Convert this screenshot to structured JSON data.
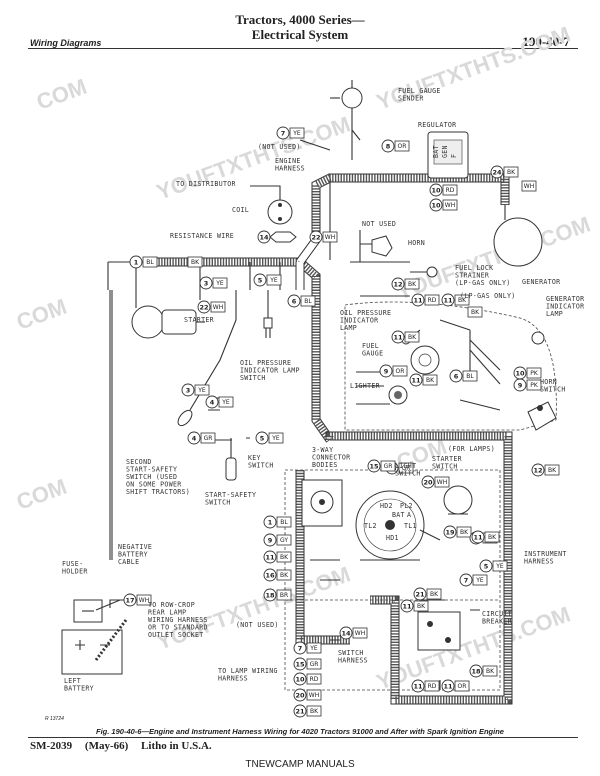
{
  "header": {
    "title_line1": "Tractors, 4000 Series—",
    "title_line2": "Electrical System",
    "section": "Wiring Diagrams",
    "page_ref": "190-40-7"
  },
  "watermarks": [
    "COM",
    "YOUFTXTHTS.COM",
    "YOUFTXTHTS.COM",
    "COM",
    "YOUFTXTHTS.COM",
    "COM",
    "COM",
    "YOUFTXTHTS.COM",
    "YOUFTXTHTS.COM"
  ],
  "labels": {
    "fuel_gauge_sender": "FUEL GAUGE\nSENDER",
    "regulator": "REGULATOR",
    "not_used_top": "(NOT USED)",
    "engine_harness": "ENGINE\nHARNESS",
    "to_distributor": "TO DISTRIBUTOR",
    "coil": "COIL",
    "resistance_wire": "RESISTANCE WIRE",
    "not_used_horn": "NOT USED",
    "horn": "HORN",
    "fuel_lock": "FUEL LOCK\nSTRAINER\n(LP-GAS ONLY)",
    "lp_gas_only": "(LP-GAS ONLY)",
    "generator": "GENERATOR",
    "gen_indicator": "GENERATOR\nINDICATOR\nLAMP",
    "starter": "STARTER",
    "oil_switch": "OIL PRESSURE\nINDICATOR LAMP\nSWITCH",
    "oil_lamp": "OIL PRESSURE\nINDICATOR\nLAMP",
    "fuel_gauge": "FUEL\nGAUGE",
    "lighter": "LIGHTER",
    "horn_switch": "HORN\nSWITCH",
    "for_lamps": "(FOR LAMPS)",
    "starter_switch": "STARTER\nSWITCH",
    "three_way": "3-WAY\nCONNECTOR\nBODIES",
    "key_switch": "KEY\nSWITCH",
    "light_switch": "LIGHT\nSWITCH",
    "second_safety": "SECOND\nSTART-SAFETY\nSWITCH (USED\nON SOME POWER\nSHIFT TRACTORS)",
    "start_safety": "START-SAFETY\nSWITCH",
    "neg_cable": "NEGATIVE\nBATTERY\nCABLE",
    "fuse_holder": "FUSE-\nHOLDER",
    "left_battery": "LEFT\nBATTERY",
    "row_crop": "TO ROW-CROP\nREAR LAMP\nWIRING HARNESS\nOR TO STANDARD\nOUTLET SOCKET",
    "not_used_bottom": "(NOT USED)",
    "switch_harness": "SWITCH\nHARNESS",
    "to_lamp": "TO LAMP WIRING\nHARNESS",
    "circuit_breaker": "CIRCUIT\nBREAKER",
    "instrument_harness": "INSTRUMENT\nHARNESS",
    "switch_pins": [
      "HD2",
      "PL2",
      "BAT",
      "A",
      "TL2",
      "TL1",
      "HD1"
    ],
    "reg_terms": [
      "BAT",
      "GEN",
      "F"
    ]
  },
  "wire_tags": [
    {
      "n": "7",
      "c": "YE"
    },
    {
      "n": "8",
      "c": "OR"
    },
    {
      "n": "24",
      "c": "BK"
    },
    {
      "n": "",
      "c": "WH"
    },
    {
      "n": "10",
      "c": "WH"
    },
    {
      "n": "10",
      "c": "RD"
    },
    {
      "n": "14",
      "c": ""
    },
    {
      "n": "22",
      "c": "WH"
    },
    {
      "n": "1",
      "c": "BL"
    },
    {
      "n": "",
      "c": "BK"
    },
    {
      "n": "3",
      "c": "YE"
    },
    {
      "n": "5",
      "c": "YE"
    },
    {
      "n": "22",
      "c": "WH"
    },
    {
      "n": "6",
      "c": "BL"
    },
    {
      "n": "12",
      "c": "BK"
    },
    {
      "n": "11",
      "c": "RD"
    },
    {
      "n": "11",
      "c": "BK"
    },
    {
      "n": "",
      "c": "BK"
    },
    {
      "n": "11",
      "c": "BK"
    },
    {
      "n": "9",
      "c": "OR"
    },
    {
      "n": "11",
      "c": "BK"
    },
    {
      "n": "6",
      "c": "BL"
    },
    {
      "n": "10",
      "c": "PK"
    },
    {
      "n": "9",
      "c": "PK"
    },
    {
      "n": "3",
      "c": "YE"
    },
    {
      "n": "4",
      "c": "YE"
    },
    {
      "n": "4",
      "c": "GR"
    },
    {
      "n": "5",
      "c": "YE"
    },
    {
      "n": "15",
      "c": "GR"
    },
    {
      "n": "12",
      "c": "BK"
    },
    {
      "n": "15",
      "c": "GR"
    },
    {
      "n": "20",
      "c": "WH"
    },
    {
      "n": "19",
      "c": "BK"
    },
    {
      "n": "16",
      "c": "BK"
    },
    {
      "n": "11",
      "c": "BK"
    },
    {
      "n": "5",
      "c": "YE"
    },
    {
      "n": "7",
      "c": "YE"
    },
    {
      "n": "1",
      "c": "BL"
    },
    {
      "n": "9",
      "c": "GY"
    },
    {
      "n": "11",
      "c": "BK"
    },
    {
      "n": "16",
      "c": "BK"
    },
    {
      "n": "18",
      "c": "BR"
    },
    {
      "n": "17",
      "c": "WH"
    },
    {
      "n": "21",
      "c": "BK"
    },
    {
      "n": "11",
      "c": "BK"
    },
    {
      "n": "18",
      "c": "BK"
    },
    {
      "n": "14",
      "c": "WH"
    },
    {
      "n": "7",
      "c": "YE"
    },
    {
      "n": "15",
      "c": "GR"
    },
    {
      "n": "10",
      "c": "RD"
    },
    {
      "n": "20",
      "c": "WH"
    },
    {
      "n": "21",
      "c": "BK"
    },
    {
      "n": "11",
      "c": "RD"
    },
    {
      "n": "11",
      "c": "OR"
    }
  ],
  "caption": "Fig. 190-40-6—Engine and Instrument Harness Wiring for 4020 Tractors 91000 and After with Spark Ignition Engine",
  "figure_number": "R 13724",
  "footer": {
    "code": "SM-2039",
    "date": "(May-66)",
    "litho": "Litho in U.S.A.",
    "publisher": "TNEWCAMP MANUALS"
  },
  "colors": {
    "ink": "#222222",
    "watermark": "#d9d9d9",
    "paper": "#ffffff"
  }
}
